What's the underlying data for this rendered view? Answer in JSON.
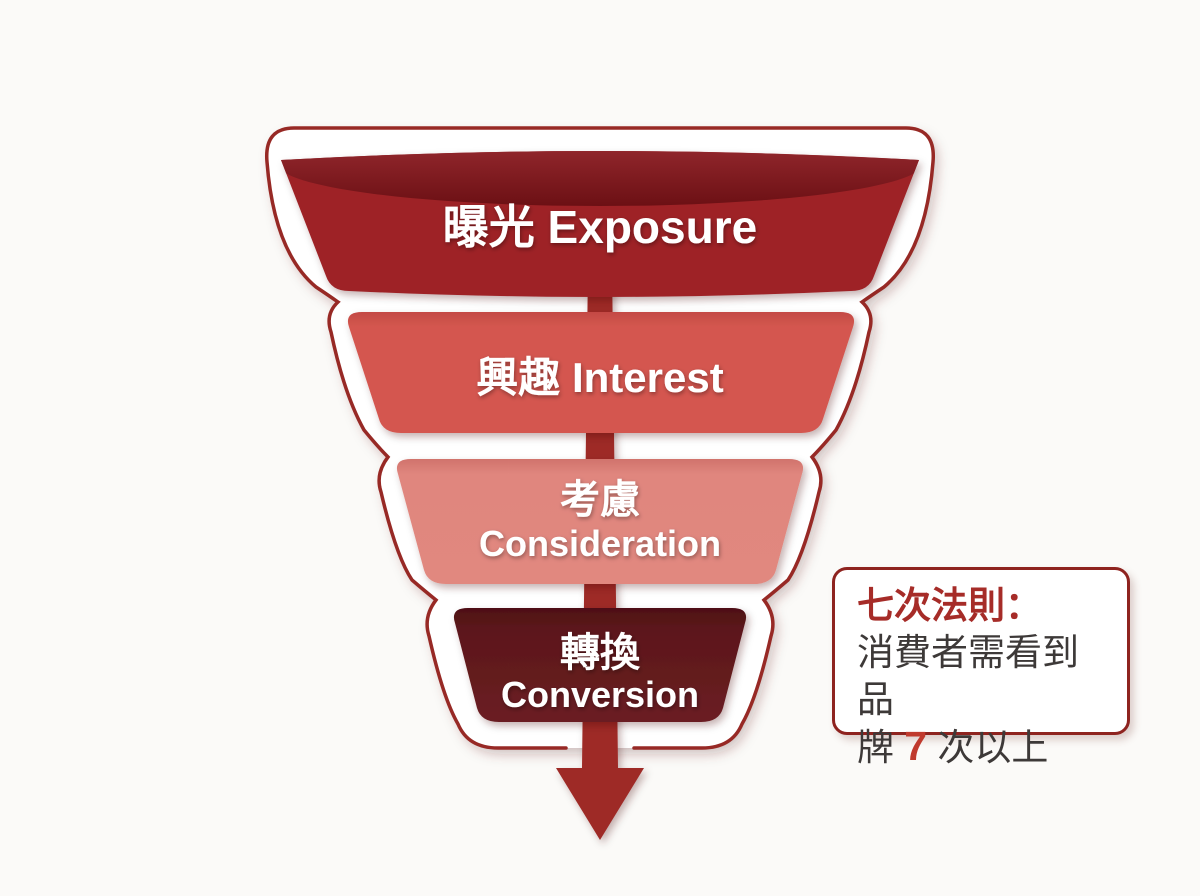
{
  "diagram": {
    "kind": "marketing-funnel",
    "background": "#FBFAF8",
    "outline_color": "#972925",
    "arrow_color": "#9E2A26",
    "stages": [
      {
        "id": "exposure",
        "label": "曝光 Exposure",
        "label_zh": "曝光",
        "label_en": "Exposure",
        "color": "#9E2428"
      },
      {
        "id": "interest",
        "label": "興趣 Interest",
        "label_zh": "興趣",
        "label_en": "Interest",
        "color": "#D4574F"
      },
      {
        "id": "consideration",
        "label_zh": "考慮",
        "label_en": "Consideration",
        "color": "#E0867E"
      },
      {
        "id": "conversion",
        "label_zh": "轉換",
        "label_en": "Conversion",
        "color": "#63191D"
      }
    ]
  },
  "callout": {
    "title": "七次法則：",
    "line1": "消費者需看到品",
    "line2_prefix": "牌 ",
    "line2_number": "7",
    "line2_suffix": " 次以上",
    "title_color": "#A62C28",
    "number_color": "#C03A2E",
    "border_color": "#8E231F"
  }
}
